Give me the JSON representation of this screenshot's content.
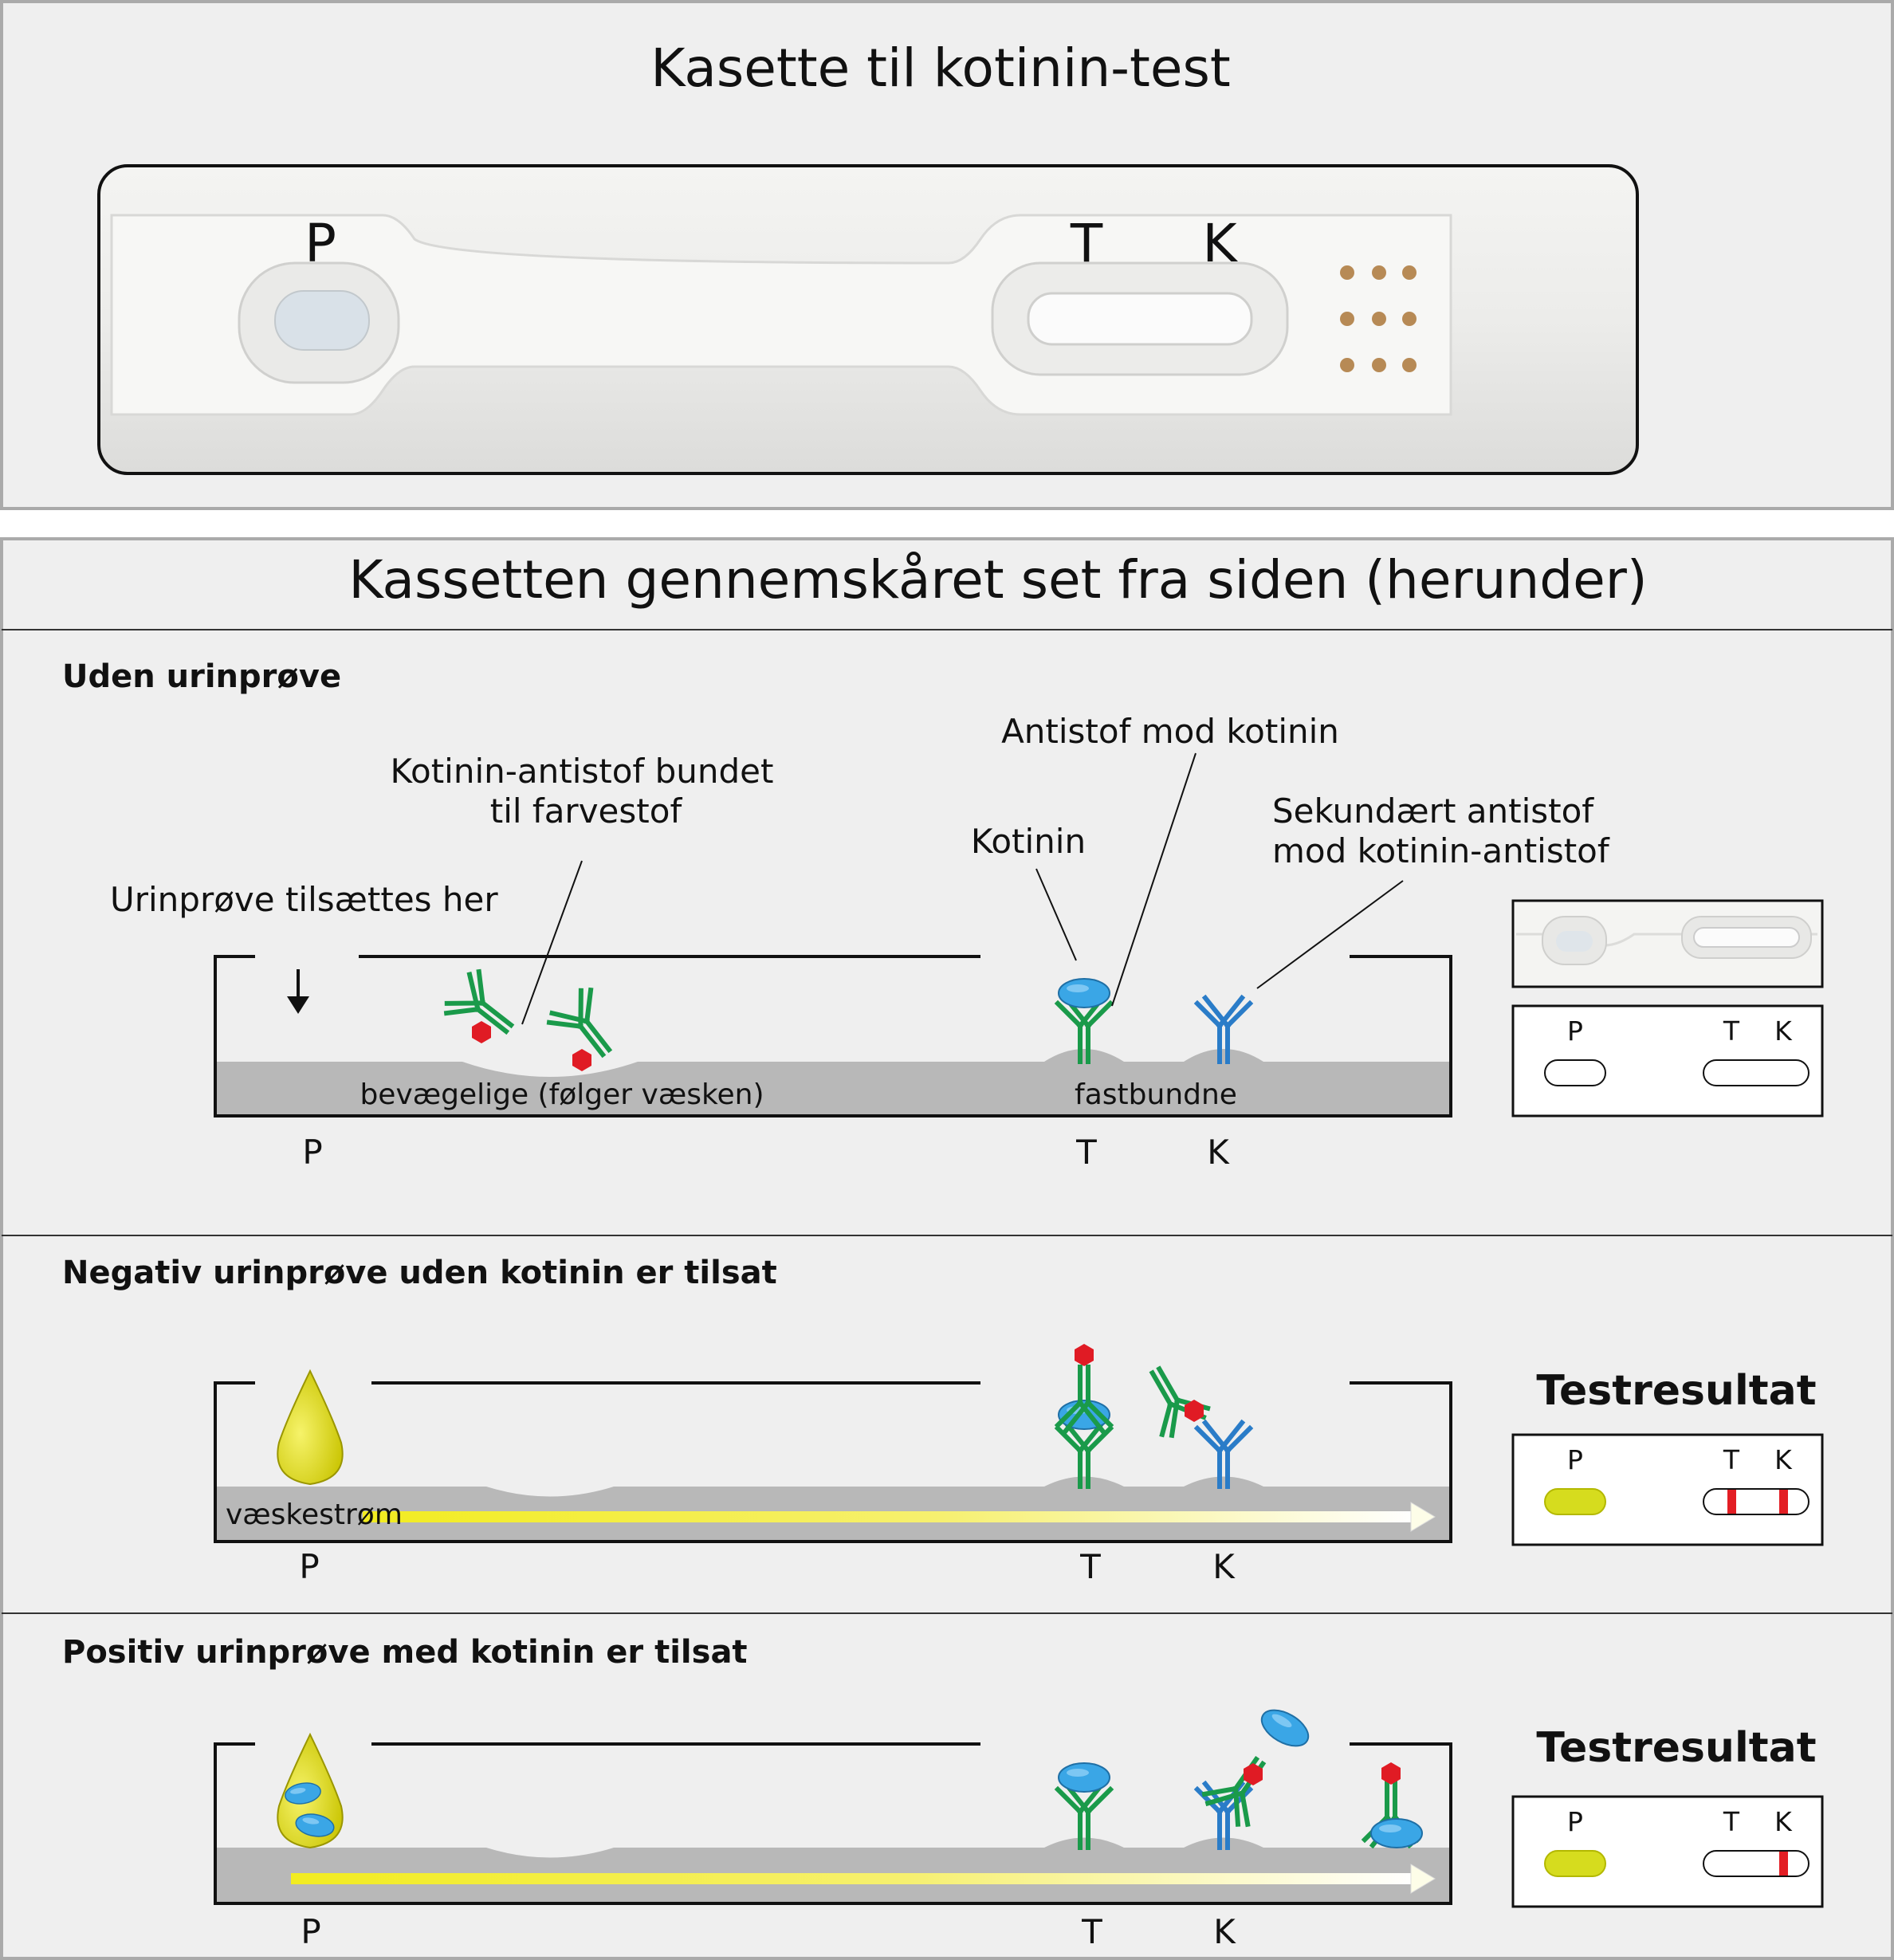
{
  "top_panel": {
    "title": "Kasette til kotinin-test",
    "letters": {
      "p": "P",
      "t": "T",
      "k": "K"
    }
  },
  "bottom_panel": {
    "title": "Kassetten gennemskåret set fra siden (herunder)",
    "sections": [
      {
        "heading": "Uden urinprøve",
        "annotations": {
          "add_sample": "Urinprøve tilsættes her",
          "dye_antibody_1": "Kotinin-antistof bundet",
          "dye_antibody_2": "til farvestof",
          "cotinine": "Kotinin",
          "anti_cotinine": "Antistof mod kotinin",
          "secondary_1": "Sekundært antistof",
          "secondary_2": "mod kotinin-antistof",
          "mobile": "bevægelige (følger væsken)",
          "fixed": "fastbundne"
        },
        "zones": [
          "P",
          "T",
          "K"
        ],
        "result": {
          "p": "P",
          "t": "T",
          "k": "K"
        }
      },
      {
        "heading": "Negativ urinprøve uden kotinin er tilsat",
        "flow_label": "væskestrøm",
        "zones": [
          "P",
          "T",
          "K"
        ],
        "result_title": "Testresultat",
        "result": {
          "p": "P",
          "t": "T",
          "k": "K"
        }
      },
      {
        "heading": "Positiv urinprøve med kotinin er tilsat",
        "zones": [
          "P",
          "T",
          "K"
        ],
        "result_title": "Testresultat",
        "result": {
          "p": "P",
          "t": "T",
          "k": "K"
        }
      }
    ]
  },
  "colors": {
    "antibody_green": "#1a9a4a",
    "secondary_blue": "#2a7cc8",
    "dye_red": "#e01b24",
    "cotinine_blue": "#3aa6e6",
    "urine_yellow": "#e6e01c",
    "strip_gray": "#b8b8b8",
    "panel_bg": "#efefef",
    "band_red": "#e31e24"
  }
}
